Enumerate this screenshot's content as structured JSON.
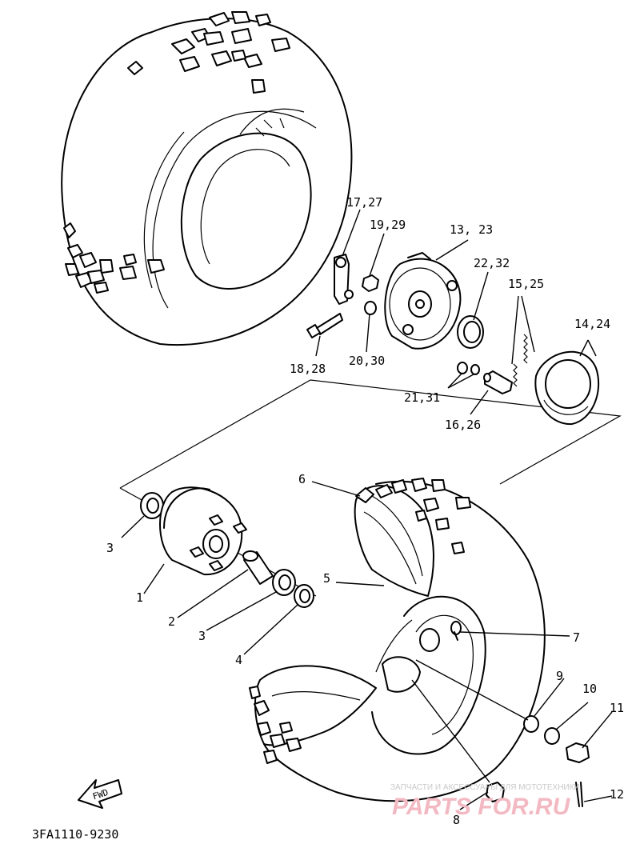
{
  "parts": [
    {
      "id": "p1",
      "label": "1"
    },
    {
      "id": "p2",
      "label": "2"
    },
    {
      "id": "p3a",
      "label": "3"
    },
    {
      "id": "p3b",
      "label": "3"
    },
    {
      "id": "p4",
      "label": "4"
    },
    {
      "id": "p5",
      "label": "5"
    },
    {
      "id": "p6",
      "label": "6"
    },
    {
      "id": "p7",
      "label": "7"
    },
    {
      "id": "p8",
      "label": "8"
    },
    {
      "id": "p9",
      "label": "9"
    },
    {
      "id": "p10",
      "label": "10"
    },
    {
      "id": "p11",
      "label": "11"
    },
    {
      "id": "p12",
      "label": "12"
    },
    {
      "id": "p13",
      "label": "13, 23"
    },
    {
      "id": "p14",
      "label": "14,24"
    },
    {
      "id": "p15",
      "label": "15,25"
    },
    {
      "id": "p16",
      "label": "16,26"
    },
    {
      "id": "p17",
      "label": "17,27"
    },
    {
      "id": "p18",
      "label": "18,28"
    },
    {
      "id": "p19",
      "label": "19,29"
    },
    {
      "id": "p20",
      "label": "20,30"
    },
    {
      "id": "p21",
      "label": "21,31"
    },
    {
      "id": "p22",
      "label": "22,32"
    }
  ],
  "direction_arrow": "FWD",
  "diagram_code": "3FA1110-9230",
  "watermark": {
    "tagline": "ЗАПЧАСТИ И АКСЕССУАРЫ ДЛЯ МОТОТЕХНИКИ",
    "logo_text": "PARTS FOR.RU"
  }
}
